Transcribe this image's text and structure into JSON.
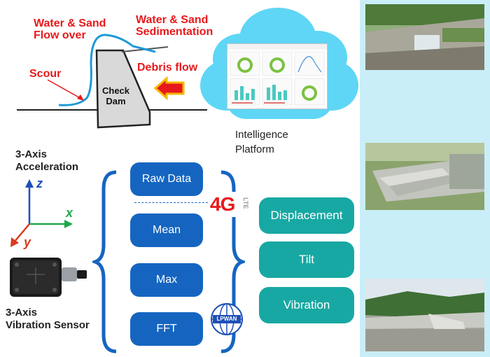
{
  "dam_section": {
    "flow_over": "Water & Sand\nFlow over",
    "sedimentation": "Water & Sand\nSedimentation",
    "scour": "Scour",
    "debris_flow": "Debris flow",
    "check_dam": "Check\nDam"
  },
  "platform": {
    "label": "Intelligence\nPlatform"
  },
  "sensor": {
    "axis_title": "3-Axis\nAcceleration",
    "axis_z": "z",
    "axis_x": "x",
    "axis_y": "y",
    "device_label": "3-Axis\nVibration Sensor"
  },
  "data_types": [
    "Raw Data",
    "Mean",
    "Max",
    "FFT"
  ],
  "network": {
    "cellular": "4G",
    "cellular_sub": "LTE",
    "lpwan": "LPWAN"
  },
  "outputs": [
    "Displacement",
    "Tilt",
    "Vibration"
  ],
  "colors": {
    "red": "#e8191c",
    "blue": "#1565c0",
    "teal": "#18a8a3",
    "panel": "#c9eef8",
    "cloud": "#5fd6f5"
  }
}
